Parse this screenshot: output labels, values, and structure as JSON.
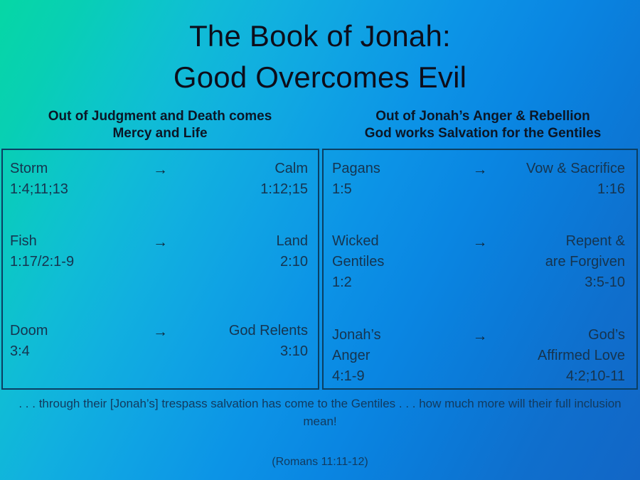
{
  "title": {
    "line1": "The Book of Jonah:",
    "line2": "Good Overcomes Evil"
  },
  "columns": [
    {
      "header_line1": "Out of Judgment and Death comes",
      "header_line2": "Mercy and Life",
      "rows": [
        {
          "from_term": "Storm",
          "from_ref": "1:4;11;13",
          "arrow": "→",
          "to_term": "Calm",
          "to_ref": "1:12;15"
        },
        {
          "from_term": "Fish",
          "from_ref": "1:17/2:1-9",
          "arrow": "→",
          "to_term": "Land",
          "to_ref": "2:10"
        },
        {
          "from_term": "Doom",
          "from_ref": "3:4",
          "arrow": "→",
          "to_term": "God Relents",
          "to_ref": "3:10"
        }
      ]
    },
    {
      "header_line1": "Out of Jonah’s Anger & Rebellion",
      "header_line2": "God works Salvation for the Gentiles",
      "rows": [
        {
          "from_term": "Pagans",
          "from_term2": "",
          "from_ref": "1:5",
          "arrow": "→",
          "to_term": "Vow & Sacrifice",
          "to_term2": "",
          "to_ref": "1:16"
        },
        {
          "from_term": "Wicked",
          "from_term2": "Gentiles",
          "from_ref": "1:2",
          "arrow": "→",
          "to_term": "Repent &",
          "to_term2": "are Forgiven",
          "to_ref": "3:5-10"
        },
        {
          "from_term": "Jonah’s",
          "from_term2": "Anger",
          "from_ref": "4:1-9",
          "arrow": "→",
          "to_term": "God’s",
          "to_term2": "Affirmed Love",
          "to_ref": "4:2;10-11"
        }
      ]
    }
  ],
  "footer": {
    "quote": ". . . through their [Jonah’s] trespass salvation has come to the Gentiles . . . how much more will their full inclusion mean!",
    "citation": "(Romans 11:11-12)"
  },
  "colors": {
    "gradient_top_left": "#06d7a5",
    "gradient_bottom_left": "#10a0e2",
    "gradient_top_right": "#0a7ee0",
    "gradient_bottom_right": "#1266c6",
    "title_text": "#0d0d1a",
    "header_text": "#0b1626",
    "body_text": "#16344f",
    "table_border": "#0b3f63"
  }
}
